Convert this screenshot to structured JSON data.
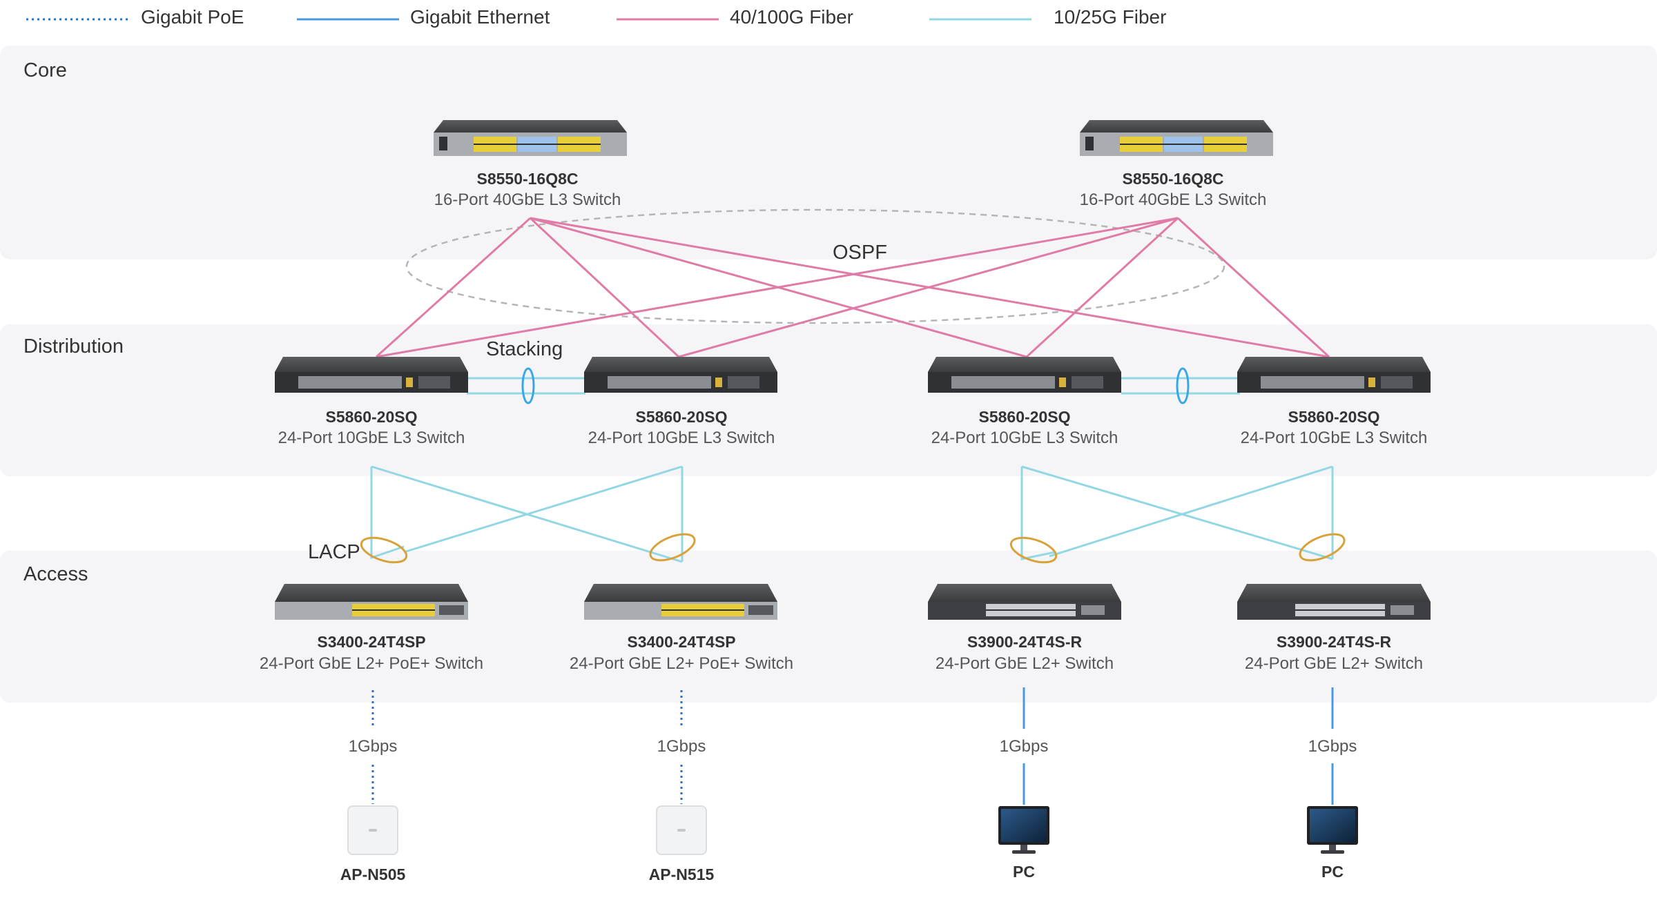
{
  "legend": [
    {
      "label": "Gigabit PoE",
      "style": "poe",
      "color": "#2f6fc2"
    },
    {
      "label": "Gigabit Ethernet",
      "style": "ethernet",
      "color": "#4a98e0"
    },
    {
      "label": "40/100G Fiber",
      "style": "fiber40",
      "color": "#e07aa6"
    },
    {
      "label": "10/25G Fiber",
      "style": "fiber10",
      "color": "#92d7e3"
    }
  ],
  "layers": {
    "core": "Core",
    "distribution": "Distribution",
    "access": "Access"
  },
  "labels": {
    "ospf": "OSPF",
    "stacking": "Stacking",
    "lacp": "LACP"
  },
  "core": [
    {
      "model": "S8550-16Q8C",
      "desc": "16-Port 40GbE L3 Switch"
    },
    {
      "model": "S8550-16Q8C",
      "desc": "16-Port 40GbE L3 Switch"
    }
  ],
  "distribution": [
    {
      "model": "S5860-20SQ",
      "desc": "24-Port 10GbE L3 Switch"
    },
    {
      "model": "S5860-20SQ",
      "desc": "24-Port 10GbE L3 Switch"
    },
    {
      "model": "S5860-20SQ",
      "desc": "24-Port 10GbE L3 Switch"
    },
    {
      "model": "S5860-20SQ",
      "desc": "24-Port 10GbE L3 Switch"
    }
  ],
  "access": [
    {
      "model": "S3400-24T4SP",
      "desc": "24-Port GbE L2+ PoE+ Switch"
    },
    {
      "model": "S3400-24T4SP",
      "desc": "24-Port GbE L2+ PoE+ Switch"
    },
    {
      "model": "S3900-24T4S-R",
      "desc": "24-Port GbE L2+ Switch"
    },
    {
      "model": "S3900-24T4S-R",
      "desc": "24-Port GbE L2+ Switch"
    }
  ],
  "endpoints": [
    {
      "name": "AP-N505",
      "speed": "1Gbps",
      "kind": "access-point",
      "link": "poe"
    },
    {
      "name": "AP-N515",
      "speed": "1Gbps",
      "kind": "access-point",
      "link": "poe"
    },
    {
      "name": "PC",
      "speed": "1Gbps",
      "kind": "pc",
      "link": "ethernet"
    },
    {
      "name": "PC",
      "speed": "1Gbps",
      "kind": "pc",
      "link": "ethernet"
    }
  ],
  "colors": {
    "band": "#f5f5f7",
    "ospf_ring": "#b5b5b5",
    "stacking_ring": "#39a7e6",
    "lacp_ring": "#d8a23a",
    "switch_body": "#3a3c40",
    "port_yellow": "#e8cf3a",
    "port_blue": "#9ec3ea"
  }
}
